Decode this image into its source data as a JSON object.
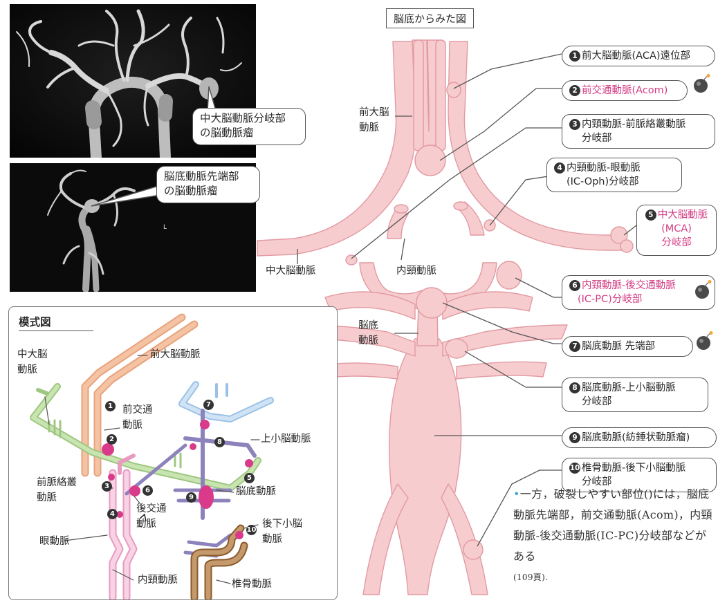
{
  "photos": {
    "top_bubble": [
      "中大脳動脈分岐部",
      "の脳動脈瘤"
    ],
    "bottom_bubble": [
      "脳底動脈先端部",
      "の脳動脈瘤"
    ],
    "l_mark": "L"
  },
  "main_diagram": {
    "title": "脳底からみた図",
    "labels": {
      "aca_1": "前大脳",
      "aca_2": "動脈",
      "mca": "中大脳動脈",
      "ica": "内頸動脈",
      "ba_1": "脳底",
      "ba_2": "動脈"
    }
  },
  "callouts": [
    {
      "num": "1",
      "line1": "前大脳動脈(ACA)遠位部",
      "line2": ""
    },
    {
      "num": "2",
      "line1": "前交通動脈(Acom)",
      "line2": ""
    },
    {
      "num": "3",
      "line1": "内頸動脈-前脈絡叢動脈",
      "line2": "分岐部"
    },
    {
      "num": "4",
      "line1": "内頸動脈-眼動脈",
      "line2": "(IC-Oph)分岐部"
    },
    {
      "num": "5",
      "line1": "中大脳動脈",
      "line2": "(MCA)",
      "line3": "分岐部"
    },
    {
      "num": "6",
      "line1": "内頸動脈-後交通動脈",
      "line2": "(IC-PC)分岐部"
    },
    {
      "num": "7",
      "line1": "脳底動脈 先端部",
      "line2": ""
    },
    {
      "num": "8",
      "line1": "脳底動脈-上小脳動脈",
      "line2": "分岐部"
    },
    {
      "num": "9",
      "line1": "脳底動脈(紡錘状動脈瘤)",
      "line2": ""
    },
    {
      "num": "10",
      "line1": "椎骨動脈-後下小脳動脈",
      "line2": "分岐部"
    }
  ],
  "schema": {
    "title": "模式図",
    "labels": {
      "mca_1": "中大脳",
      "mca_2": "動脈",
      "aca": "前大脳動脈",
      "acom_1": "前交通",
      "acom_2": "動脈",
      "sca": "上小脳動脈",
      "achor_1": "前脈絡叢",
      "achor_2": "動脈",
      "ba": "脳底動脈",
      "pcom_1": "後交通",
      "pcom_2": "動脈",
      "oph_1": "眼動脈",
      "pica_1": "後下小脳",
      "pica_2": "動脈",
      "ica": "内頸動脈",
      "va": "椎骨動脈"
    }
  },
  "note": {
    "text": "一方，破裂しやすい部位()には，脳底動脈先端部，前交通動脈(Acom)，内頸動脈-後交通動脈(IC-PC)分岐部などがある",
    "ref": "(109頁)."
  },
  "colors": {
    "vessel_fill": "#f6cccf",
    "vessel_stroke": "#e7a2a8",
    "accent_pink": "#d23c84",
    "schema_orange": "#e9a27c",
    "schema_green": "#b6d89a",
    "schema_blue": "#b8d4ee",
    "schema_purple": "#9f94c6",
    "schema_pink": "#f2b8d4",
    "schema_brown": "#a1703f"
  }
}
